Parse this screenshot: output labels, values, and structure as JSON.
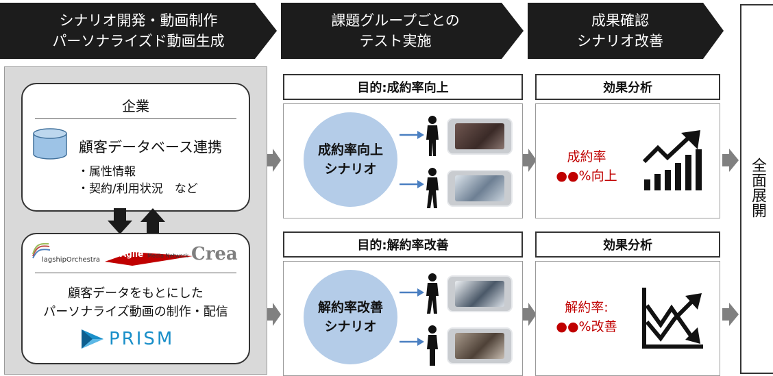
{
  "steps": [
    {
      "line1": "シナリオ開発・動画制作",
      "line2": "パーソナライズド動画生成"
    },
    {
      "line1": "課題グループごとの",
      "line2": "テスト実施"
    },
    {
      "line1": "成果確認",
      "line2": "シナリオ改善"
    }
  ],
  "company": {
    "title": "企業",
    "db_label": "顧客データベース連携",
    "bullet1": "・属性情報",
    "bullet2": "・契約/利用状況　など"
  },
  "partners": {
    "flagship": "lagshipOrchestra",
    "agile_main": "Agile",
    "agile_sub": "Media Network",
    "crea": "Crea",
    "desc1": "顧客データをもとにした",
    "desc2": "パーソナライズ動画の制作・配信",
    "prism": "PRISM"
  },
  "rows": [
    {
      "purpose": "目的:成約率向上",
      "scenario1": "成約率向上",
      "scenario2": "シナリオ",
      "analysis_title": "効果分析",
      "result1": "成約率",
      "result2": "●●%向上",
      "trend": "up"
    },
    {
      "purpose": "目的:解約率改善",
      "scenario1": "解約率改善",
      "scenario2": "シナリオ",
      "analysis_title": "効果分析",
      "result1": "解約率:",
      "result2": "●●%改善",
      "trend": "down"
    }
  ],
  "rollout": "全面展開",
  "colors": {
    "chevron": "#1c1c1c",
    "circle": "#b4cce8",
    "result_text": "#c00000",
    "arrow_blue": "#4a7fc1",
    "arrow_grey": "#808080",
    "prism_blue": "#1a8fc9"
  }
}
